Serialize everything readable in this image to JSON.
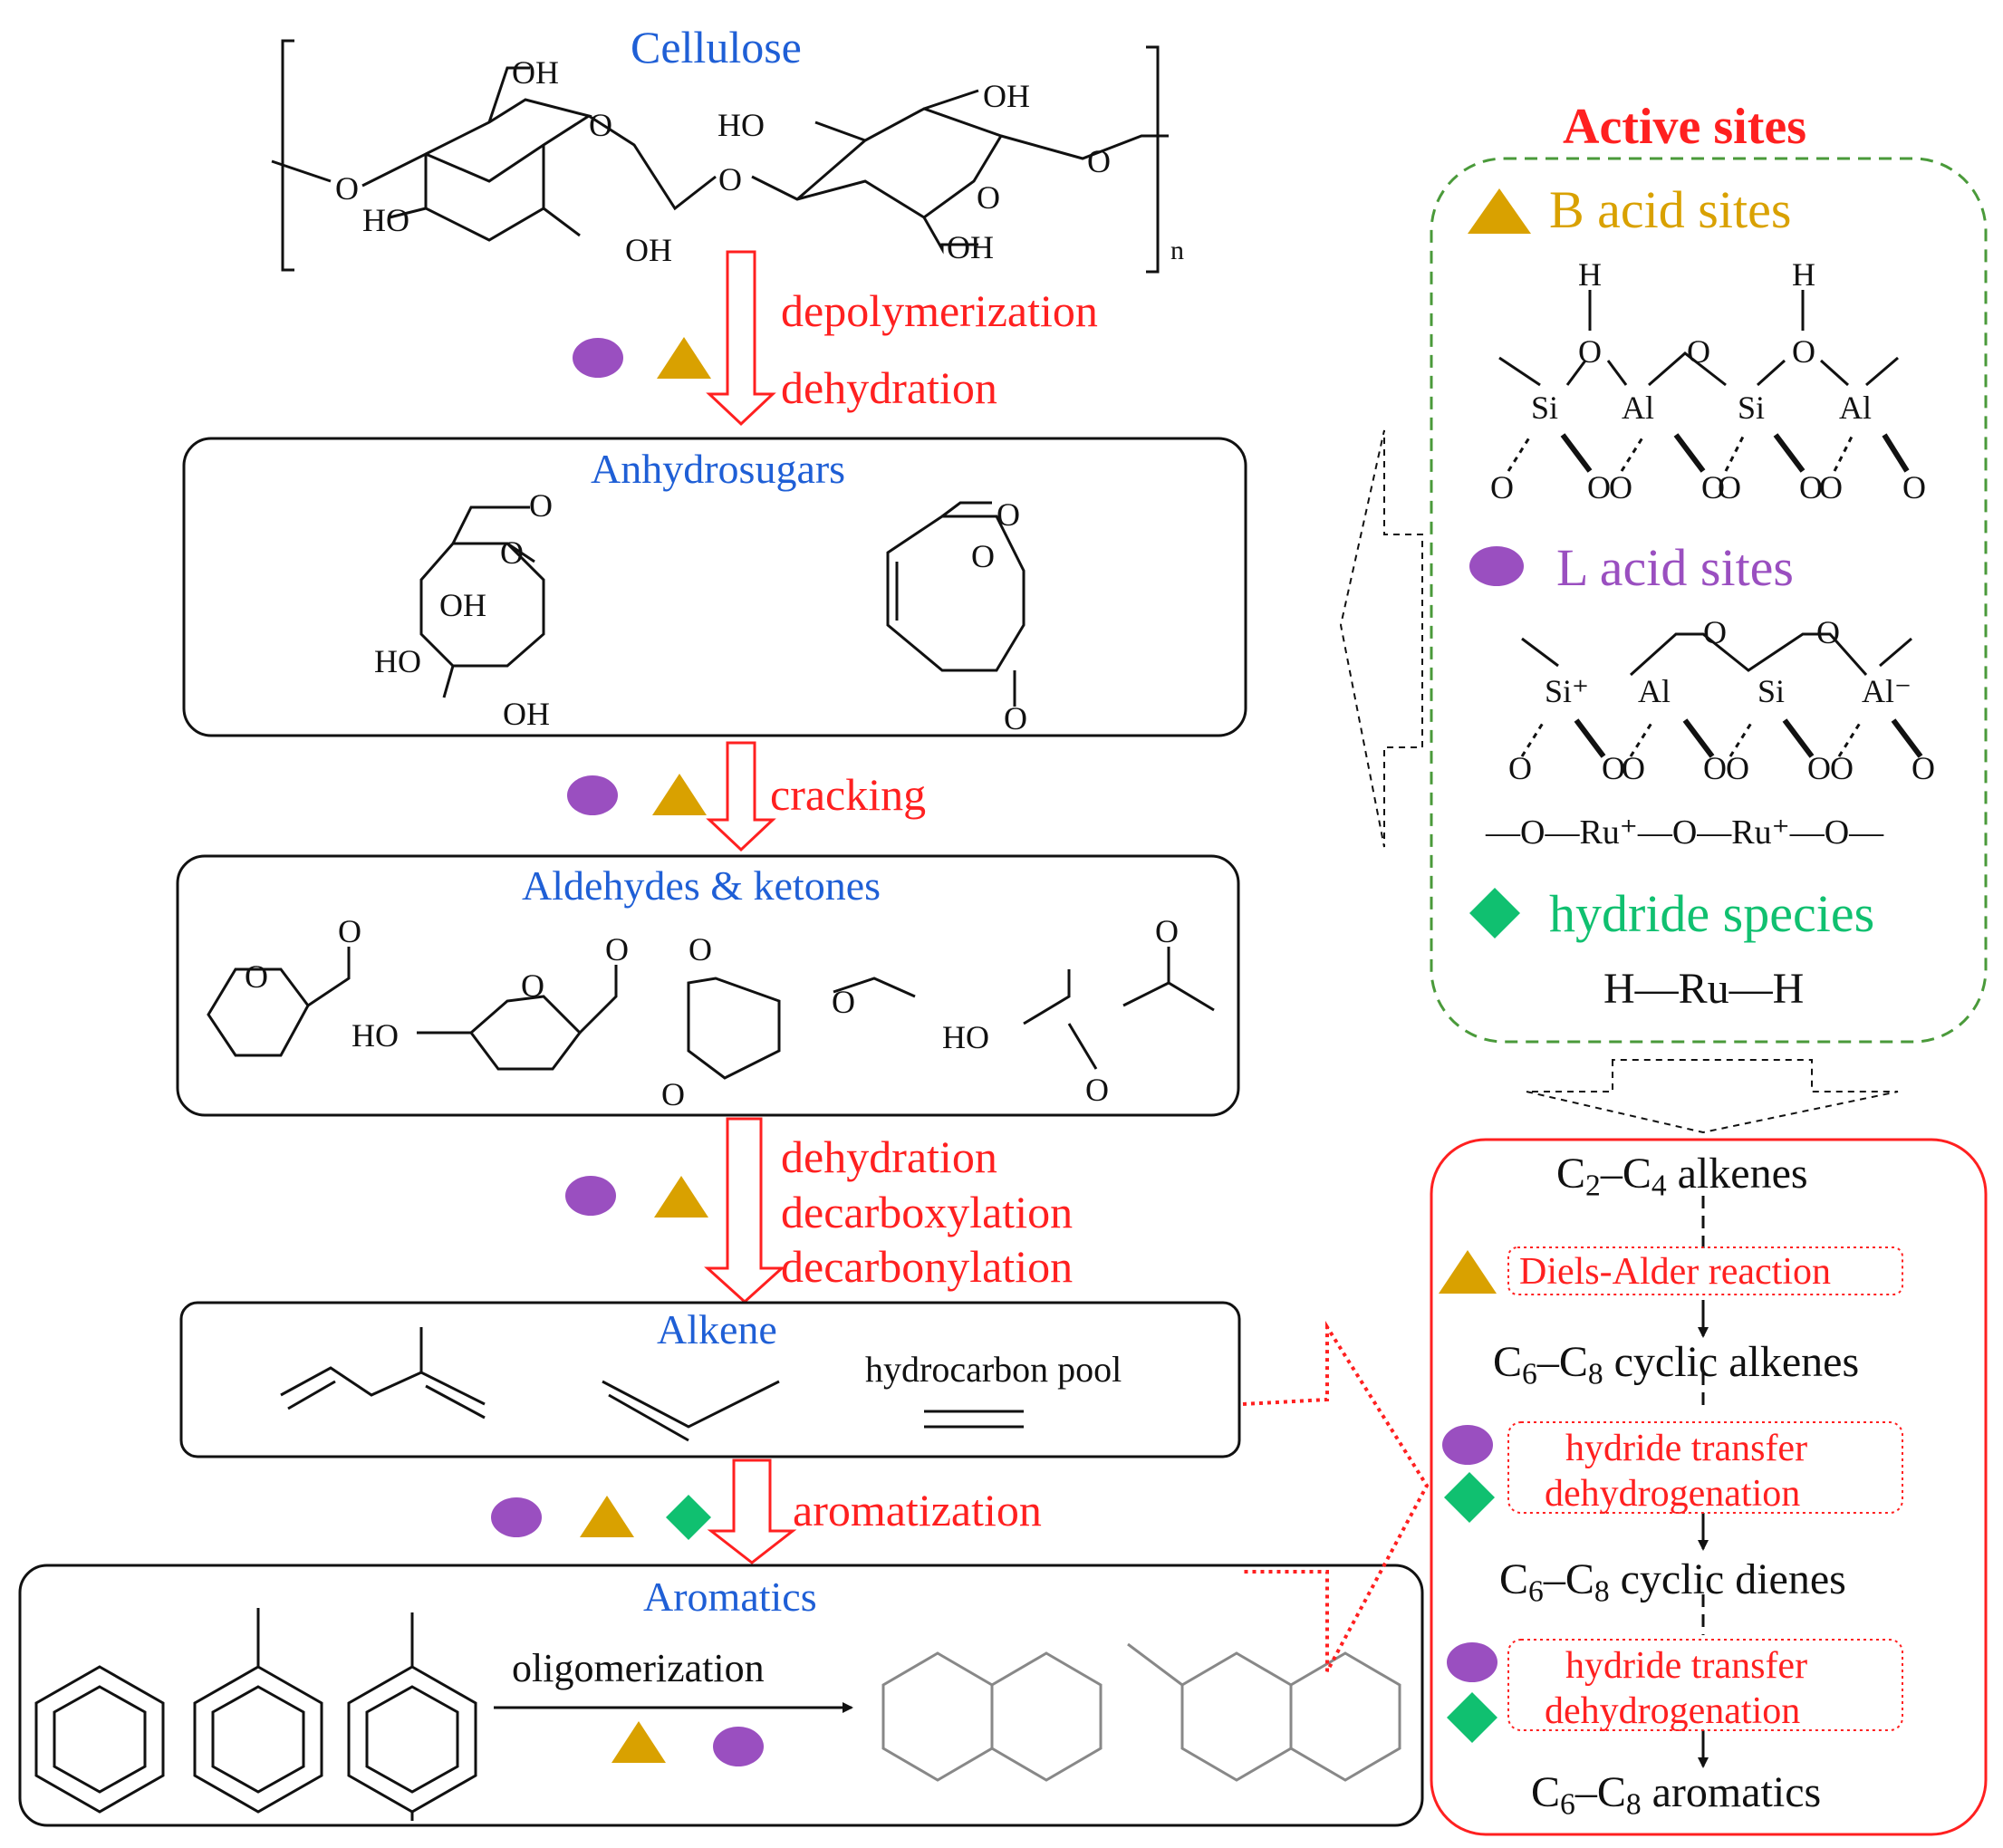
{
  "stages": {
    "cellulose": "Cellulose",
    "anhydrosugars": "Anhydrosugars",
    "aldehydes_ketones": "Aldehydes  &  ketones",
    "alkene": "Alkene",
    "aromatics": "Aromatics"
  },
  "steps": {
    "depolymerization": "depolymerization",
    "dehydration_1": "dehydration",
    "cracking": "cracking",
    "dehydration_2": "dehydration",
    "decarboxylation": "decarboxylation",
    "decarbonylation": "decarbonylation",
    "aromatization": "aromatization",
    "oligomerization": "oligomerization"
  },
  "alkene_box": {
    "hydrocarbon_pool": "hydrocarbon  pool"
  },
  "active_sites": {
    "title": "Active sites",
    "b_acid": "B acid sites",
    "l_acid": "L acid sites",
    "hydride": "hydride species",
    "ru_chain": "—O—Ru⁺—O—Ru⁺—O—",
    "h_ru_h": "H—Ru—H"
  },
  "mechanism": {
    "c2c4_alkenes": "alkenes",
    "diels_alder": "Diels-Alder reaction",
    "cyclic_alkenes": "cyclic  alkenes",
    "hydride_transfer_1": "hydride  transfer",
    "dehydrogenation_1": "dehydrogenation",
    "cyclic_dienes": "cyclic  dienes",
    "hydride_transfer_2": "hydride  transfer",
    "dehydrogenation_2": "dehydrogenation",
    "aromatics": "aromatics"
  },
  "atoms": {
    "oh": "OH",
    "ho": "HO",
    "o": "O",
    "h": "H",
    "n": "n",
    "si": "Si",
    "al": "Al",
    "si_plus": "Si⁺",
    "al_minus": "Al⁻"
  },
  "colors": {
    "title_blue": "#1f5fd6",
    "process_red": "#ff2020",
    "b_acid_orange": "#d9a100",
    "l_acid_purple": "#9a4fc0",
    "hydride_green": "#10c070",
    "panel_green": "#4a9a3a"
  },
  "icons": {
    "b_acid": "triangle-icon",
    "l_acid": "ellipse-icon",
    "hydride": "diamond-icon"
  }
}
